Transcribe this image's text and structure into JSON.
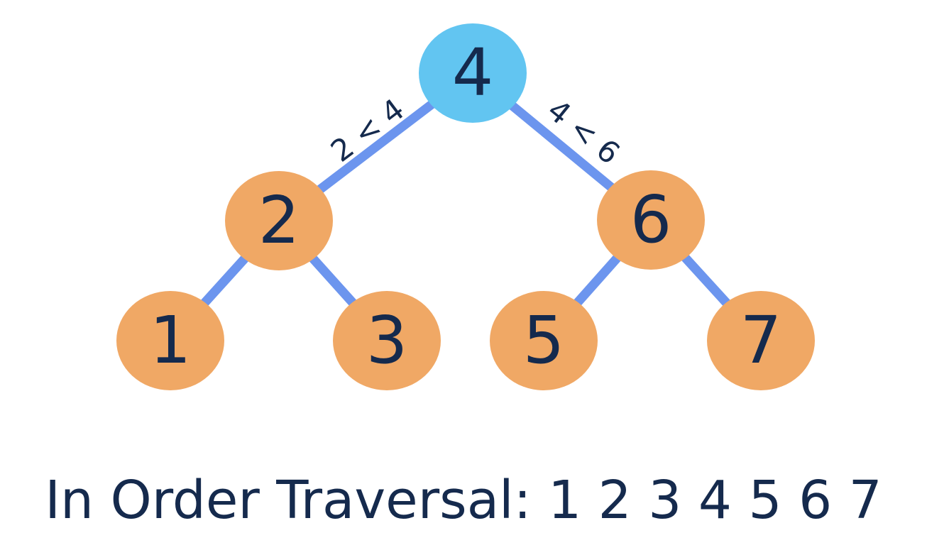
{
  "diagram": {
    "type": "binary-search-tree",
    "nodes": [
      {
        "value": "4",
        "role": "root"
      },
      {
        "value": "2",
        "role": "internal"
      },
      {
        "value": "6",
        "role": "internal"
      },
      {
        "value": "1",
        "role": "leaf"
      },
      {
        "value": "3",
        "role": "leaf"
      },
      {
        "value": "5",
        "role": "leaf"
      },
      {
        "value": "7",
        "role": "leaf"
      }
    ],
    "edges": [
      {
        "from": "4",
        "to": "2",
        "label": "2 < 4"
      },
      {
        "from": "4",
        "to": "6",
        "label": "4 < 6"
      },
      {
        "from": "2",
        "to": "1",
        "label": ""
      },
      {
        "from": "2",
        "to": "3",
        "label": ""
      },
      {
        "from": "6",
        "to": "5",
        "label": ""
      },
      {
        "from": "6",
        "to": "7",
        "label": ""
      }
    ],
    "colors": {
      "root_node_fill": "#62c5f1",
      "child_node_fill": "#f0a865",
      "edge_stroke": "#6c95ee",
      "text": "#152a4d",
      "background": "#ffffff"
    }
  },
  "traversal": {
    "label": "In Order Traversal:",
    "sequence": "1 2 3 4 5 6 7"
  }
}
